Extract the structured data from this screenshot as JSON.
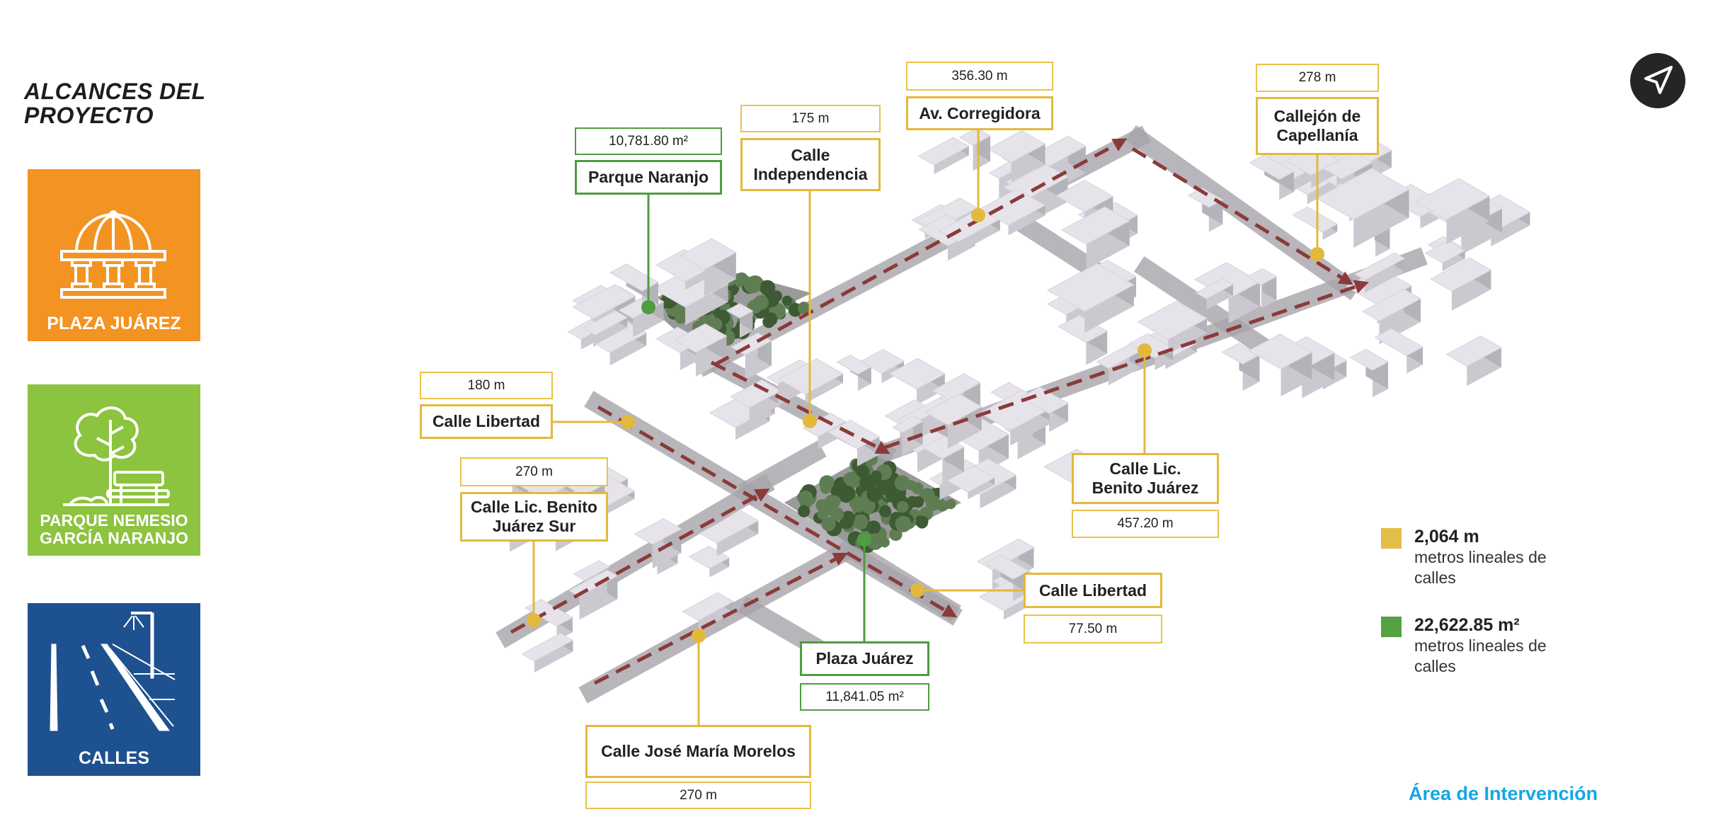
{
  "sidebar": {
    "title_line1": "ALCANCES DEL",
    "title_line2": "PROYECTO",
    "tiles": [
      {
        "label": "PLAZA JUÁREZ",
        "icon": "gazebo-icon",
        "color": "#f39322"
      },
      {
        "label_line1": "PARQUE NEMESIO",
        "label_line2": "GARCÍA NARANJO",
        "icon": "tree-bench-icon",
        "color": "#8cc33f"
      },
      {
        "label": "CALLES",
        "icon": "street-lamp-road-icon",
        "color": "#1e518f"
      }
    ]
  },
  "labels": {
    "parque_naranjo": {
      "value": "10,781.80 m²",
      "name": "Parque Naranjo"
    },
    "independencia": {
      "value": "175 m",
      "name_line1": "Calle",
      "name_line2": "Independencia"
    },
    "corregidora": {
      "value": "356.30 m",
      "name": "Av. Corregidora"
    },
    "capellania": {
      "value": "278 m",
      "name_line1": "Callejón de",
      "name_line2": "Capellanía"
    },
    "libertad_norte": {
      "value": "180 m",
      "name": "Calle Libertad"
    },
    "benito_juarez_sur": {
      "value": "270 m",
      "name_line1": "Calle Lic. Benito",
      "name_line2": "Juárez Sur"
    },
    "benito_juarez": {
      "value": "457.20 m",
      "name_line1": "Calle Lic.",
      "name_line2": "Benito Juárez"
    },
    "libertad_sur": {
      "value": "77.50 m",
      "name": "Calle Libertad"
    },
    "plaza_juarez": {
      "value": "11,841.05 m²",
      "name": "Plaza Juárez"
    },
    "morelos": {
      "value": "270 m",
      "name": "Calle José María Morelos"
    }
  },
  "legend": [
    {
      "value": "2,064 m",
      "desc_line1": "metros lineales de",
      "desc_line2": "calles",
      "color": "#e3bd45"
    },
    {
      "value": "22,622.85 m²",
      "desc_line1": "metros lineales de",
      "desc_line2": "calles",
      "color": "#55a244"
    }
  ],
  "area_title": "Área de Intervención",
  "compass_icon": "north-arrow-icon",
  "colors": {
    "route": "#8b3a3a",
    "street": "#e3b93c",
    "park": "#4f9c42",
    "building": "#e6e4ea"
  }
}
